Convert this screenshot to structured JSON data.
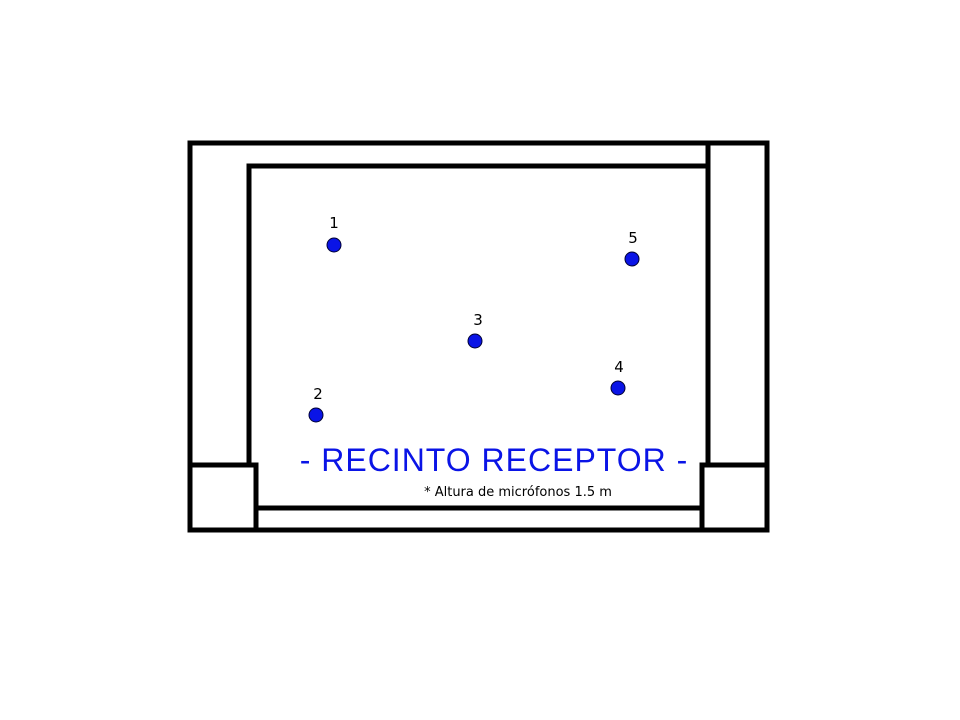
{
  "diagram": {
    "title": "- RECINTO RECEPTOR -",
    "note": "* Altura de micrófonos 1.5 m",
    "accent_color": "#0a14e6",
    "wall_color": "#000000",
    "microphones": [
      {
        "label": "1"
      },
      {
        "label": "2"
      },
      {
        "label": "3"
      },
      {
        "label": "4"
      },
      {
        "label": "5"
      }
    ]
  }
}
